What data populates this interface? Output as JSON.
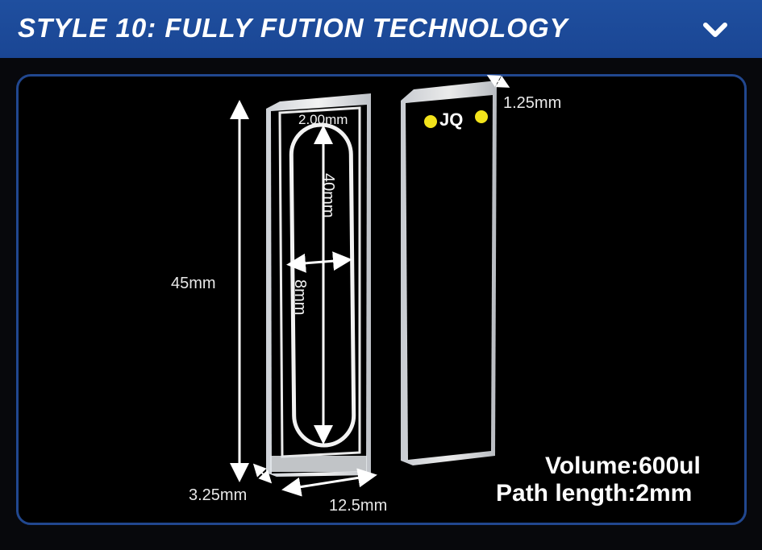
{
  "header": {
    "title": "STYLE 10:  FULLY FUTION TECHNOLOGY",
    "chevron_icon": "chevron-down-icon"
  },
  "cuvette": {
    "brand_mark": "JQ",
    "dims": {
      "height": "45mm",
      "inner_top_width": "2.00mm",
      "window_height": "40mm",
      "window_width": "8mm",
      "wall_thickness": "1.25mm",
      "depth": "3.25mm",
      "width": "12.5mm"
    }
  },
  "specs": {
    "volume": "Volume:600ul",
    "path_length": "Path length:2mm"
  },
  "colors": {
    "header_bg": "#1f4f9f",
    "frame_border": "#21478f",
    "brand_dot": "#f2e31b"
  }
}
